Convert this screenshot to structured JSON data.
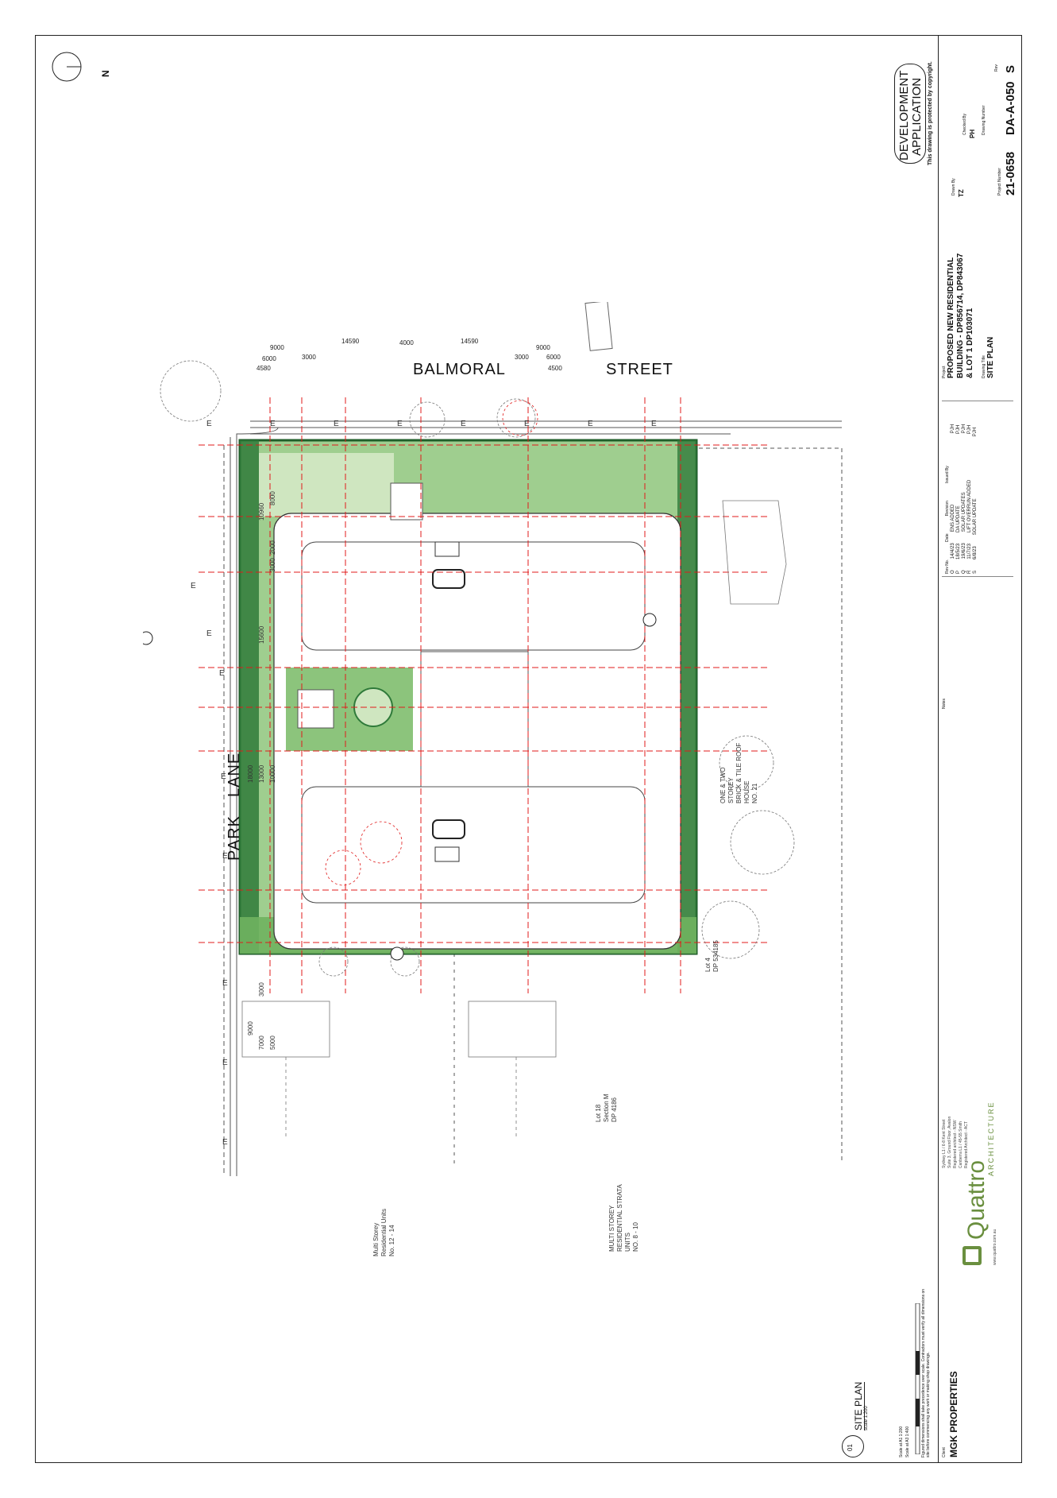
{
  "north": {
    "label": "N"
  },
  "streets": {
    "balmoral": "BALMORAL",
    "street": "STREET",
    "lane": "LANE",
    "park": "PARK"
  },
  "neighbours": {
    "east_house": [
      "ONE & TWO",
      "STOREY",
      "BRICK & TILE ROOF",
      "HOUSE",
      "NO. 21"
    ],
    "lot4": [
      "Lot 4",
      "DP 534185"
    ],
    "lot18": [
      "Lot 18",
      "Section M",
      "DP 4186"
    ],
    "multi_left": [
      "Multi Storey",
      "Residential Units",
      "No. 12 - 14"
    ],
    "multi_right": [
      "MULTI STOREY",
      "RESIDENTIAL STRATA",
      "UNITS",
      "NO. 8 - 10"
    ]
  },
  "dimensions": {
    "top": [
      "9000",
      "14590",
      "4000",
      "14590",
      "9000",
      "6000",
      "3000",
      "4580",
      "3000",
      "6000",
      "4500"
    ],
    "left": [
      "10960",
      "8000",
      "3000",
      "2000",
      "15600",
      "18000",
      "13000",
      "10000",
      "3000",
      "9000",
      "7000",
      "5000"
    ]
  },
  "title_block": {
    "stamp_line1": "DEVELOPMENT",
    "stamp_line2": "APPLICATION",
    "copyright": "This drawing is protected by copyright.",
    "project_label": "Project",
    "project": [
      "PROPOSED NEW RESIDENTIAL",
      "BUILDING - DP856714, DP843067",
      "& LOT 1 DP103071"
    ],
    "drawing_title_label": "Drawing Title",
    "drawing_title": "SITE PLAN",
    "drawn_by_label": "Drawn By",
    "drawn_by": "TZ",
    "checked_by_label": "Checked By",
    "checked_by": "PH",
    "project_number_label": "Project Number",
    "project_number": "21-0658",
    "drawing_number_label": "Drawing Number",
    "drawing_number": "DA-A-050",
    "rev_label": "Rev",
    "rev": "S",
    "notes_label": "Notes",
    "revisions_header": [
      "Rev No.",
      "Date",
      "Revision",
      "Issued By"
    ],
    "revisions": [
      [
        "O",
        "14/4/23",
        "ENS ADDED",
        "PJH"
      ],
      [
        "P",
        "18/5/23",
        "DA UPDATE",
        "PJH"
      ],
      [
        "Q",
        "19/6/23",
        "SOLAR UPDATES",
        "PJH"
      ],
      [
        "R",
        "11/7/23",
        "LIFT OVERRUN ADDED",
        "PJH"
      ],
      [
        "S",
        "6/8/23",
        "SOLAR UPDATE",
        "PJH"
      ]
    ],
    "client_label": "Client",
    "client": "MGK PROPERTIES",
    "sheet_ref": "01",
    "sheet_title": "SITE PLAN",
    "sheet_scale": "scale 1:200",
    "scale_a1": "Scale at A1 1:200",
    "scale_a3": "Scale at A3 1:400",
    "disclaimer": "Figured dimensions shall take precedence over scale. Contractors must verify all dimensions on site before commencing any work or making shop drawings.",
    "brand": "Quattro",
    "brand_sub": "ARCHITECTURE",
    "brand_web": "www.quattro.com.au",
    "brand_addr": [
      "Sydney L1 / 6-8 Kent Street",
      "Suite 3, Ground Floor, Avalon",
      "Registered architect - NSW",
      "Canberra L1 / 45-55 Smith",
      "Registered Architect - ACT"
    ]
  },
  "colors": {
    "landscape": "#9fce8f",
    "landscape_dark": "#2f7a3a",
    "setback": "#e01b1b",
    "lawn": "#cfe6c0"
  }
}
